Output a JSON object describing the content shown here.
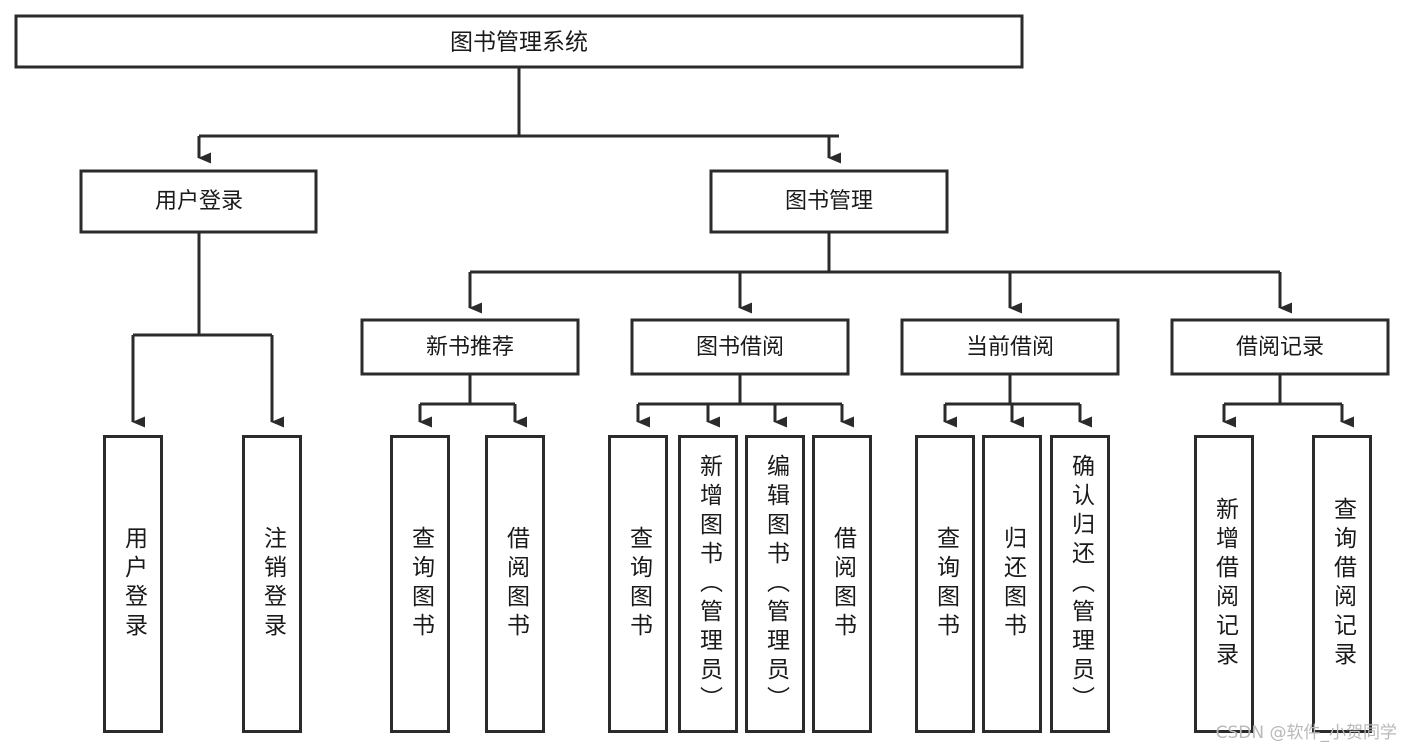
{
  "diagram": {
    "type": "tree-hierarchy-chart",
    "title_node": {
      "label": "图书管理系统"
    },
    "level2": [
      {
        "id": "user-login",
        "label": "用户登录"
      },
      {
        "id": "book-management",
        "label": "图书管理"
      }
    ],
    "level3": [
      {
        "id": "new-book-recommend",
        "label": "新书推荐",
        "parent": "book-management"
      },
      {
        "id": "book-borrow",
        "label": "图书借阅",
        "parent": "book-management"
      },
      {
        "id": "current-borrow",
        "label": "当前借阅",
        "parent": "book-management"
      },
      {
        "id": "borrow-record",
        "label": "借阅记录",
        "parent": "book-management"
      }
    ],
    "leaves": [
      {
        "id": "leaf-user-login",
        "label": "用户登录",
        "parent": "user-login"
      },
      {
        "id": "leaf-logout-login",
        "label": "注销登录",
        "parent": "user-login"
      },
      {
        "id": "leaf-query-book-1",
        "label": "查询图书",
        "parent": "new-book-recommend"
      },
      {
        "id": "leaf-borrow-book-1",
        "label": "借阅图书",
        "parent": "new-book-recommend"
      },
      {
        "id": "leaf-query-book-2",
        "label": "查询图书",
        "parent": "book-borrow"
      },
      {
        "id": "leaf-add-book",
        "label": "新增图书（管理员）",
        "parent": "book-borrow"
      },
      {
        "id": "leaf-edit-book",
        "label": "编辑图书（管理员）",
        "parent": "book-borrow"
      },
      {
        "id": "leaf-borrow-book-2",
        "label": "借阅图书",
        "parent": "book-borrow"
      },
      {
        "id": "leaf-query-book-3",
        "label": "查询图书",
        "parent": "current-borrow"
      },
      {
        "id": "leaf-return-book",
        "label": "归还图书",
        "parent": "current-borrow"
      },
      {
        "id": "leaf-confirm-return",
        "label": "确认归还（管理员）",
        "parent": "current-borrow"
      },
      {
        "id": "leaf-add-record",
        "label": "新增借阅记录",
        "parent": "borrow-record"
      },
      {
        "id": "leaf-query-record",
        "label": "查询借阅记录",
        "parent": "borrow-record"
      }
    ],
    "colors": {
      "stroke": "#2b2b2b",
      "fill": "#ffffff",
      "text": "#1a1a1a",
      "watermark": "#b9b9b9"
    }
  },
  "watermark": {
    "text": "CSDN @软件_小贺同学"
  }
}
